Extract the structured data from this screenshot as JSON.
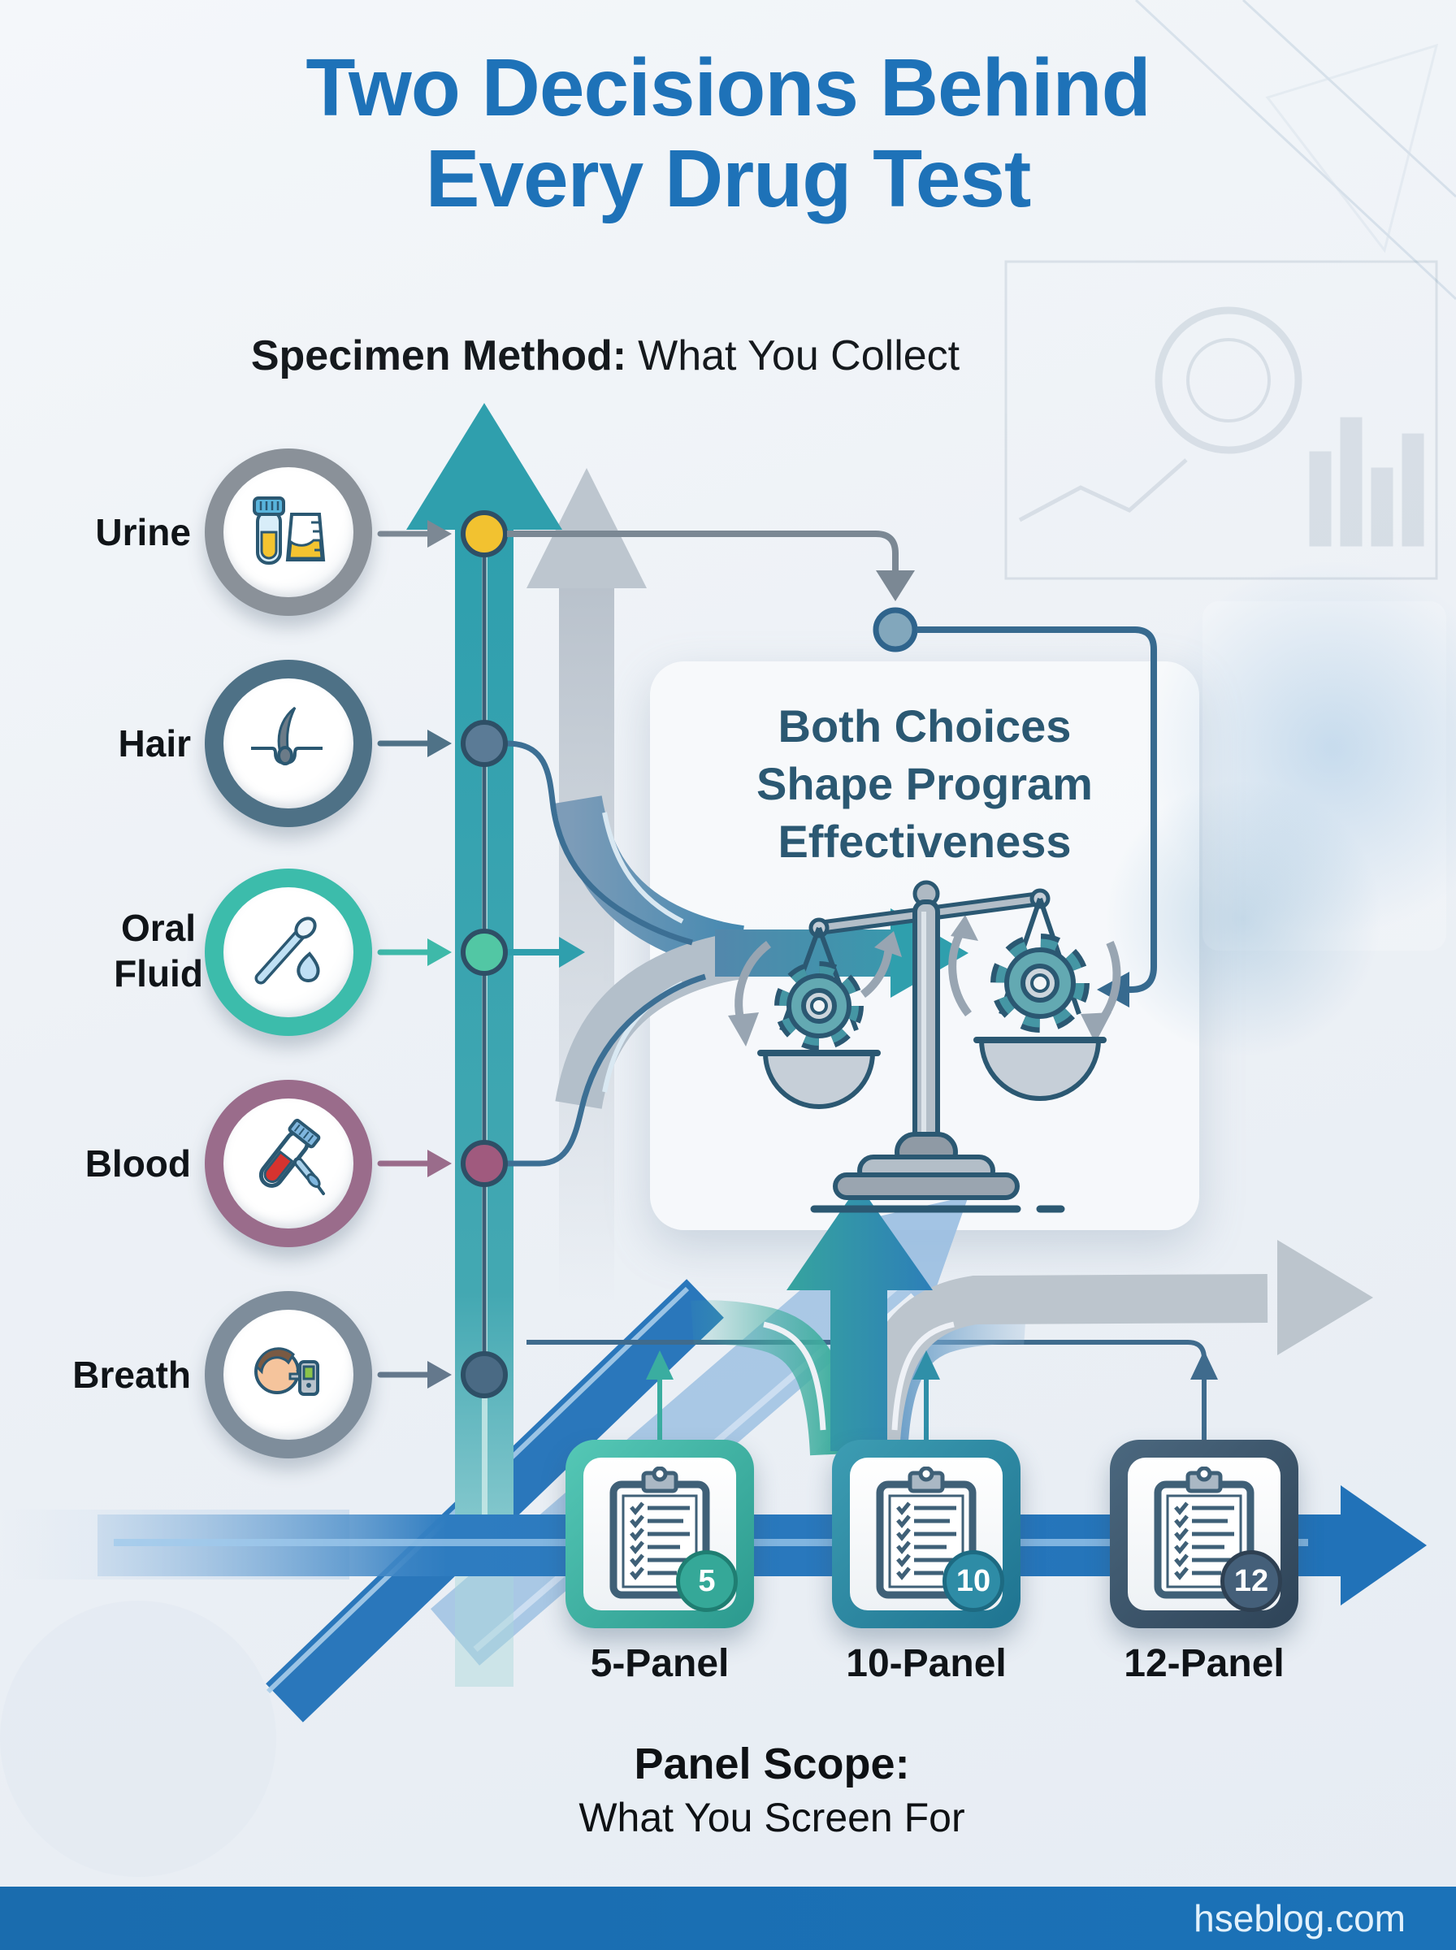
{
  "title": {
    "line1": "Two Decisions Behind",
    "line2": "Every Drug Test"
  },
  "specimen_section": {
    "heading_bold": "Specimen Method:",
    "heading_rest": "What You Collect",
    "items": [
      {
        "label": "Urine",
        "icon": "urine-sample-icon",
        "ring_color": "#8a9199",
        "dot_color": "#f2c230"
      },
      {
        "label": "Hair",
        "icon": "hair-follicle-icon",
        "ring_color": "#4e7186",
        "dot_color": "#5b7b96"
      },
      {
        "label": "Oral Fluid",
        "icon": "swab-droplet-icon",
        "ring_color": "#3cbcab",
        "dot_color": "#52c7a4"
      },
      {
        "label": "Blood",
        "icon": "blood-tube-icon",
        "ring_color": "#9a6c8b",
        "dot_color": "#a05a7e"
      },
      {
        "label": "Breath",
        "icon": "breathalyzer-icon",
        "ring_color": "#7e8d9b",
        "dot_color": "#4a6a84"
      }
    ]
  },
  "center_message": {
    "line1": "Both Choices",
    "line2": "Shape Program",
    "line3": "Effectiveness",
    "icon": "balance-scale-gears-icon"
  },
  "panel_section": {
    "caption_bold": "Panel Scope:",
    "caption_rest": "What You Screen For",
    "panels": [
      {
        "label": "5-Panel",
        "badge": "5",
        "frame_color": "#35a898",
        "icon": "checklist-clipboard-icon"
      },
      {
        "label": "10-Panel",
        "badge": "10",
        "frame_color": "#2e8ca6",
        "icon": "checklist-clipboard-icon"
      },
      {
        "label": "12-Panel",
        "badge": "12",
        "frame_color": "#445f79",
        "icon": "checklist-clipboard-icon"
      }
    ]
  },
  "footer": {
    "site": "hseblog.com",
    "bar_color": "#1b72b8"
  },
  "palette": {
    "title_blue": "#1e72b8",
    "navy_text": "#2b5872",
    "teal_axis": "#2f9fad",
    "blue_band": "#2472b9",
    "gray_arrow": "#b6bfc9",
    "steel_line": "#3c6f94"
  }
}
